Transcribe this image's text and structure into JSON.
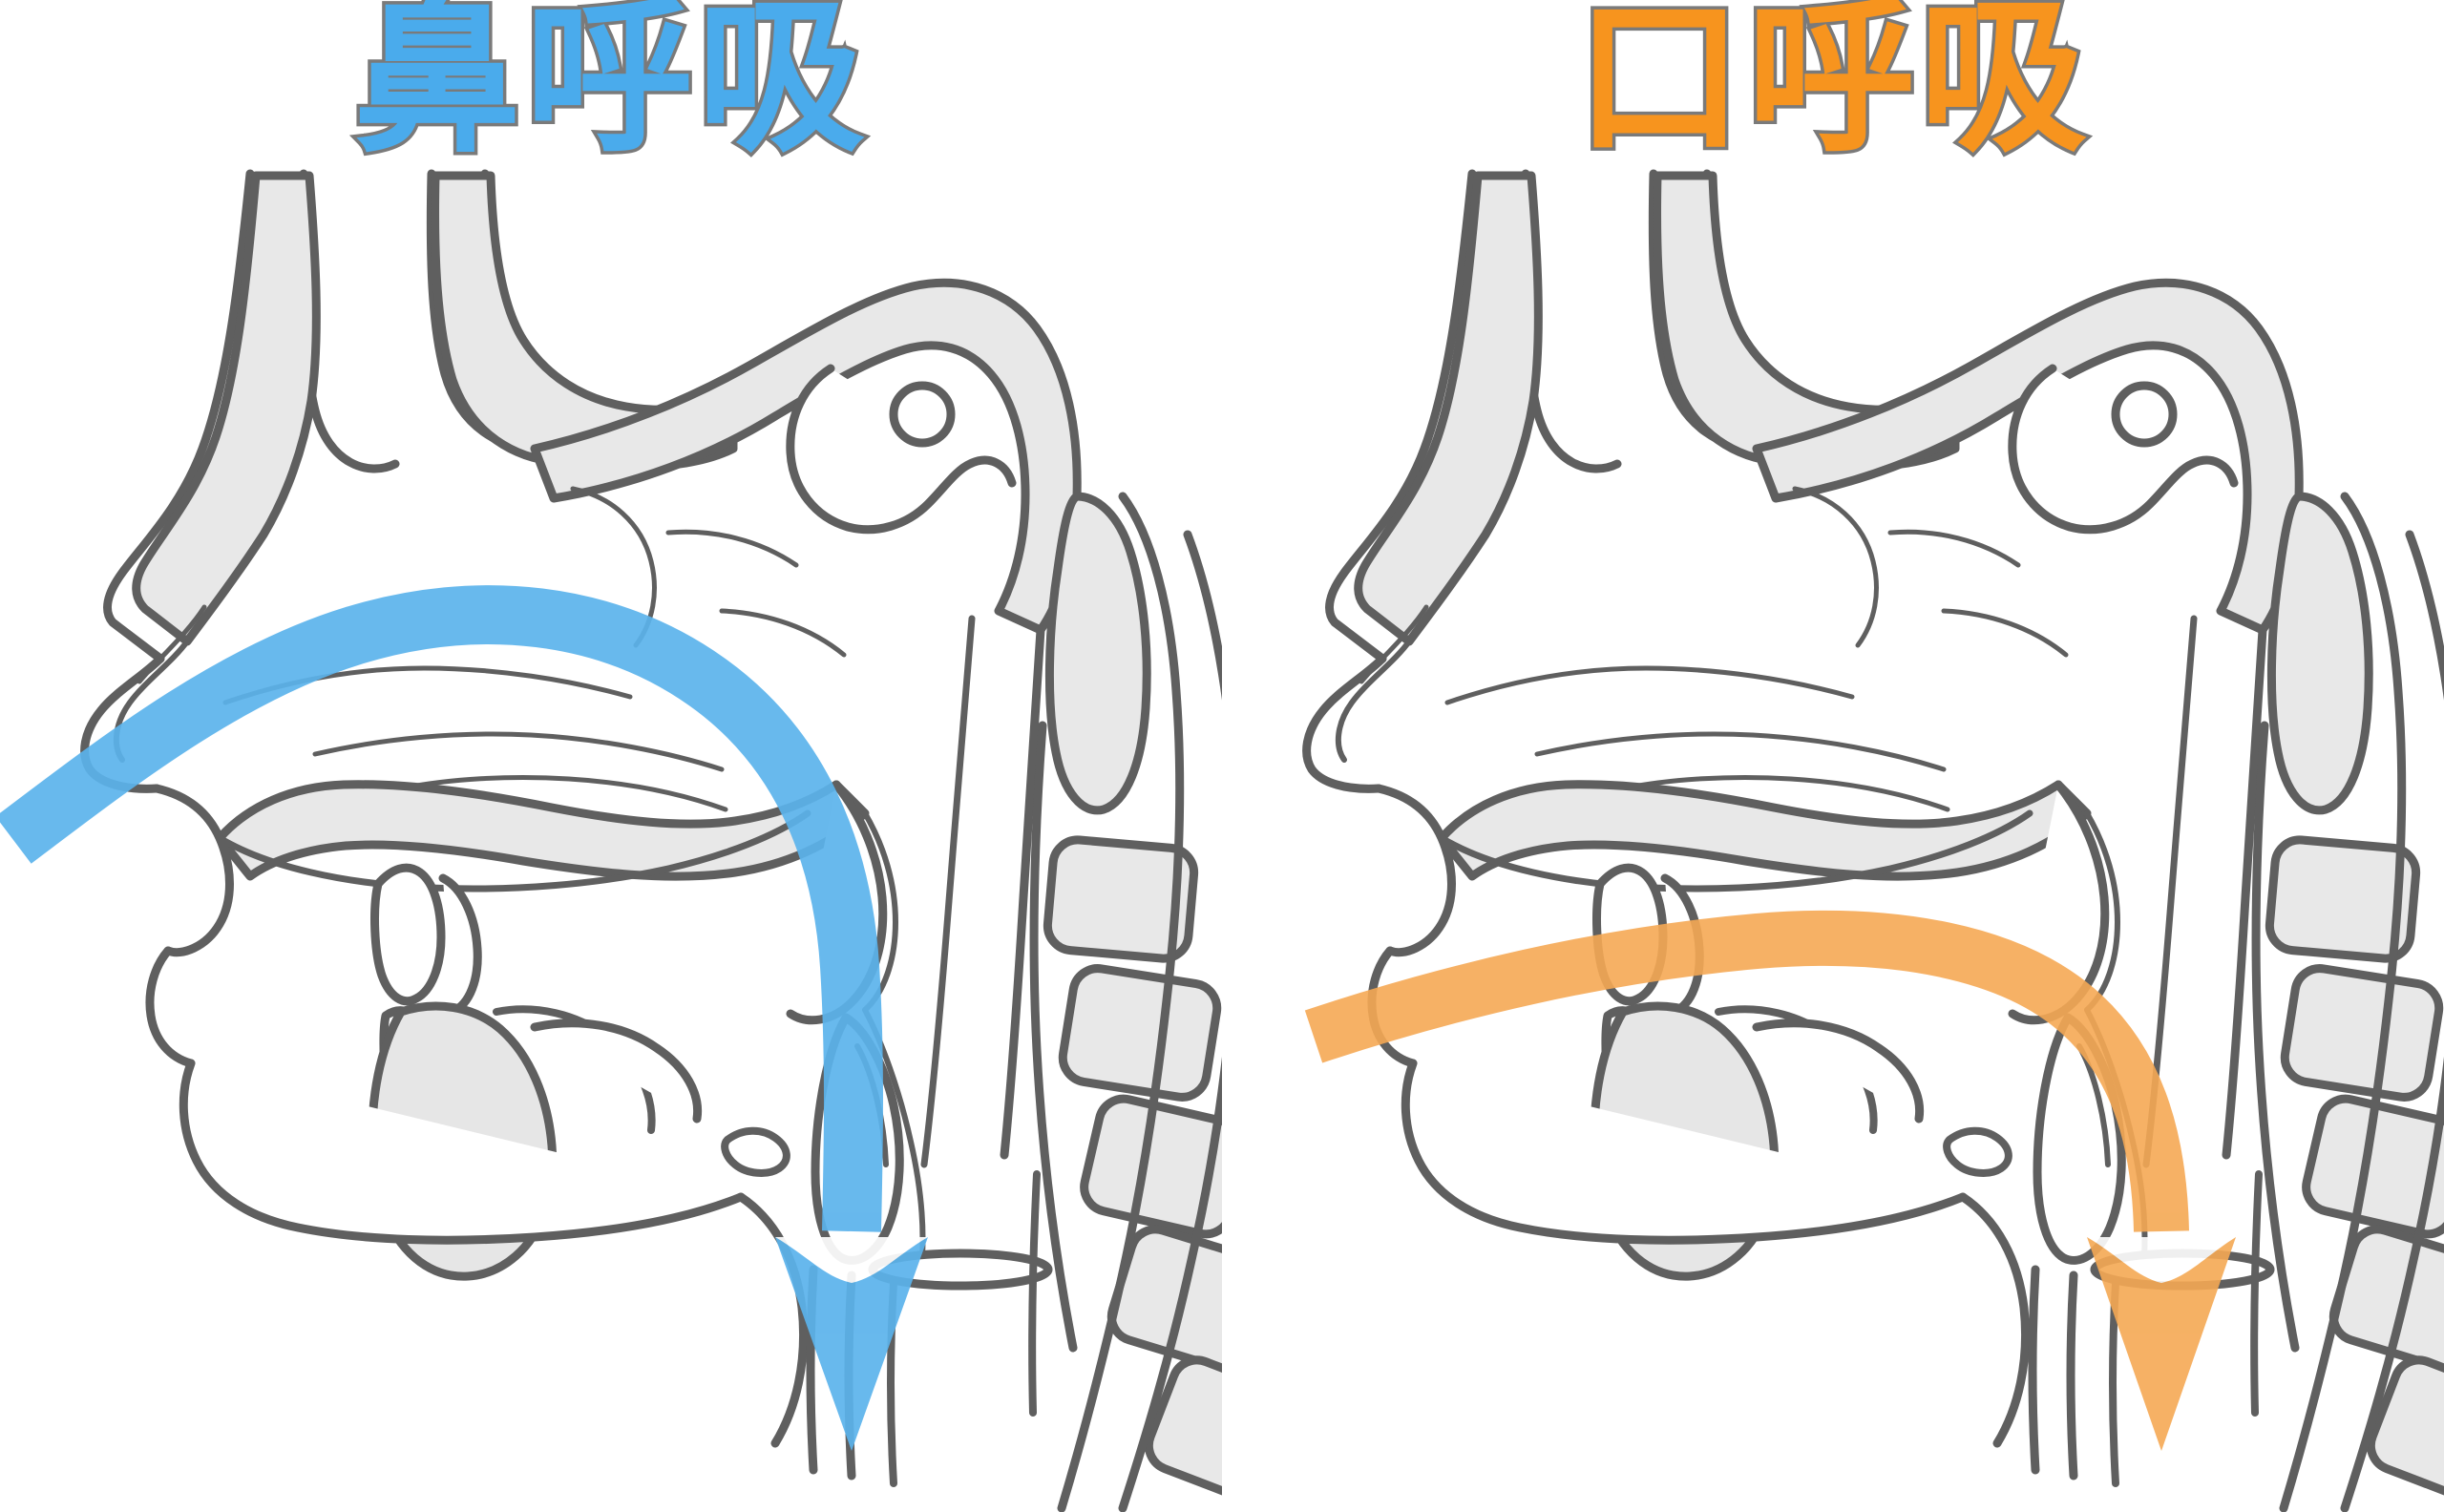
{
  "figure": {
    "kind": "anatomical-comparison-diagram",
    "subject": "sagittal cross-section of human head and upper airway",
    "panel_count": 2,
    "background_color": "#FFFFFF",
    "outline_color": "#5F5F5F",
    "bone_fill_color": "#E8E8E8",
    "tongue_fill_color": "#E6E6E6"
  },
  "panels": [
    {
      "id": "nasal",
      "title": "鼻呼吸",
      "title_color": "#4AABEC",
      "title_stroke_color": "#7A7A7A",
      "arrow_color": "#5BB3EC",
      "airflow_entry": "nose",
      "airflow_exit": "trachea",
      "arrow_label": "nasal-airflow-arrow",
      "anatomy_labels": [
        "frontal-sinus",
        "nasal-cavity",
        "nasal-turbinates",
        "sphenoid-sinus",
        "sella-turcica",
        "hard-palate",
        "soft-palate",
        "upper-incisor",
        "lower-incisor",
        "tongue",
        "lips",
        "mandible",
        "epiglottis",
        "hyoid-bone",
        "larynx",
        "trachea",
        "cervical-vertebrae",
        "pharynx"
      ]
    },
    {
      "id": "oral",
      "title": "口呼吸",
      "title_color": "#F7941E",
      "title_stroke_color": "#7A7A7A",
      "arrow_color": "#F5A954",
      "airflow_entry": "mouth",
      "airflow_exit": "trachea",
      "arrow_label": "oral-airflow-arrow",
      "anatomy_labels": [
        "frontal-sinus",
        "nasal-cavity",
        "nasal-turbinates",
        "sphenoid-sinus",
        "sella-turcica",
        "hard-palate",
        "soft-palate",
        "upper-incisor",
        "lower-incisor",
        "tongue",
        "lips",
        "mandible",
        "epiglottis",
        "hyoid-bone",
        "larynx",
        "trachea",
        "cervical-vertebrae",
        "pharynx"
      ]
    }
  ]
}
